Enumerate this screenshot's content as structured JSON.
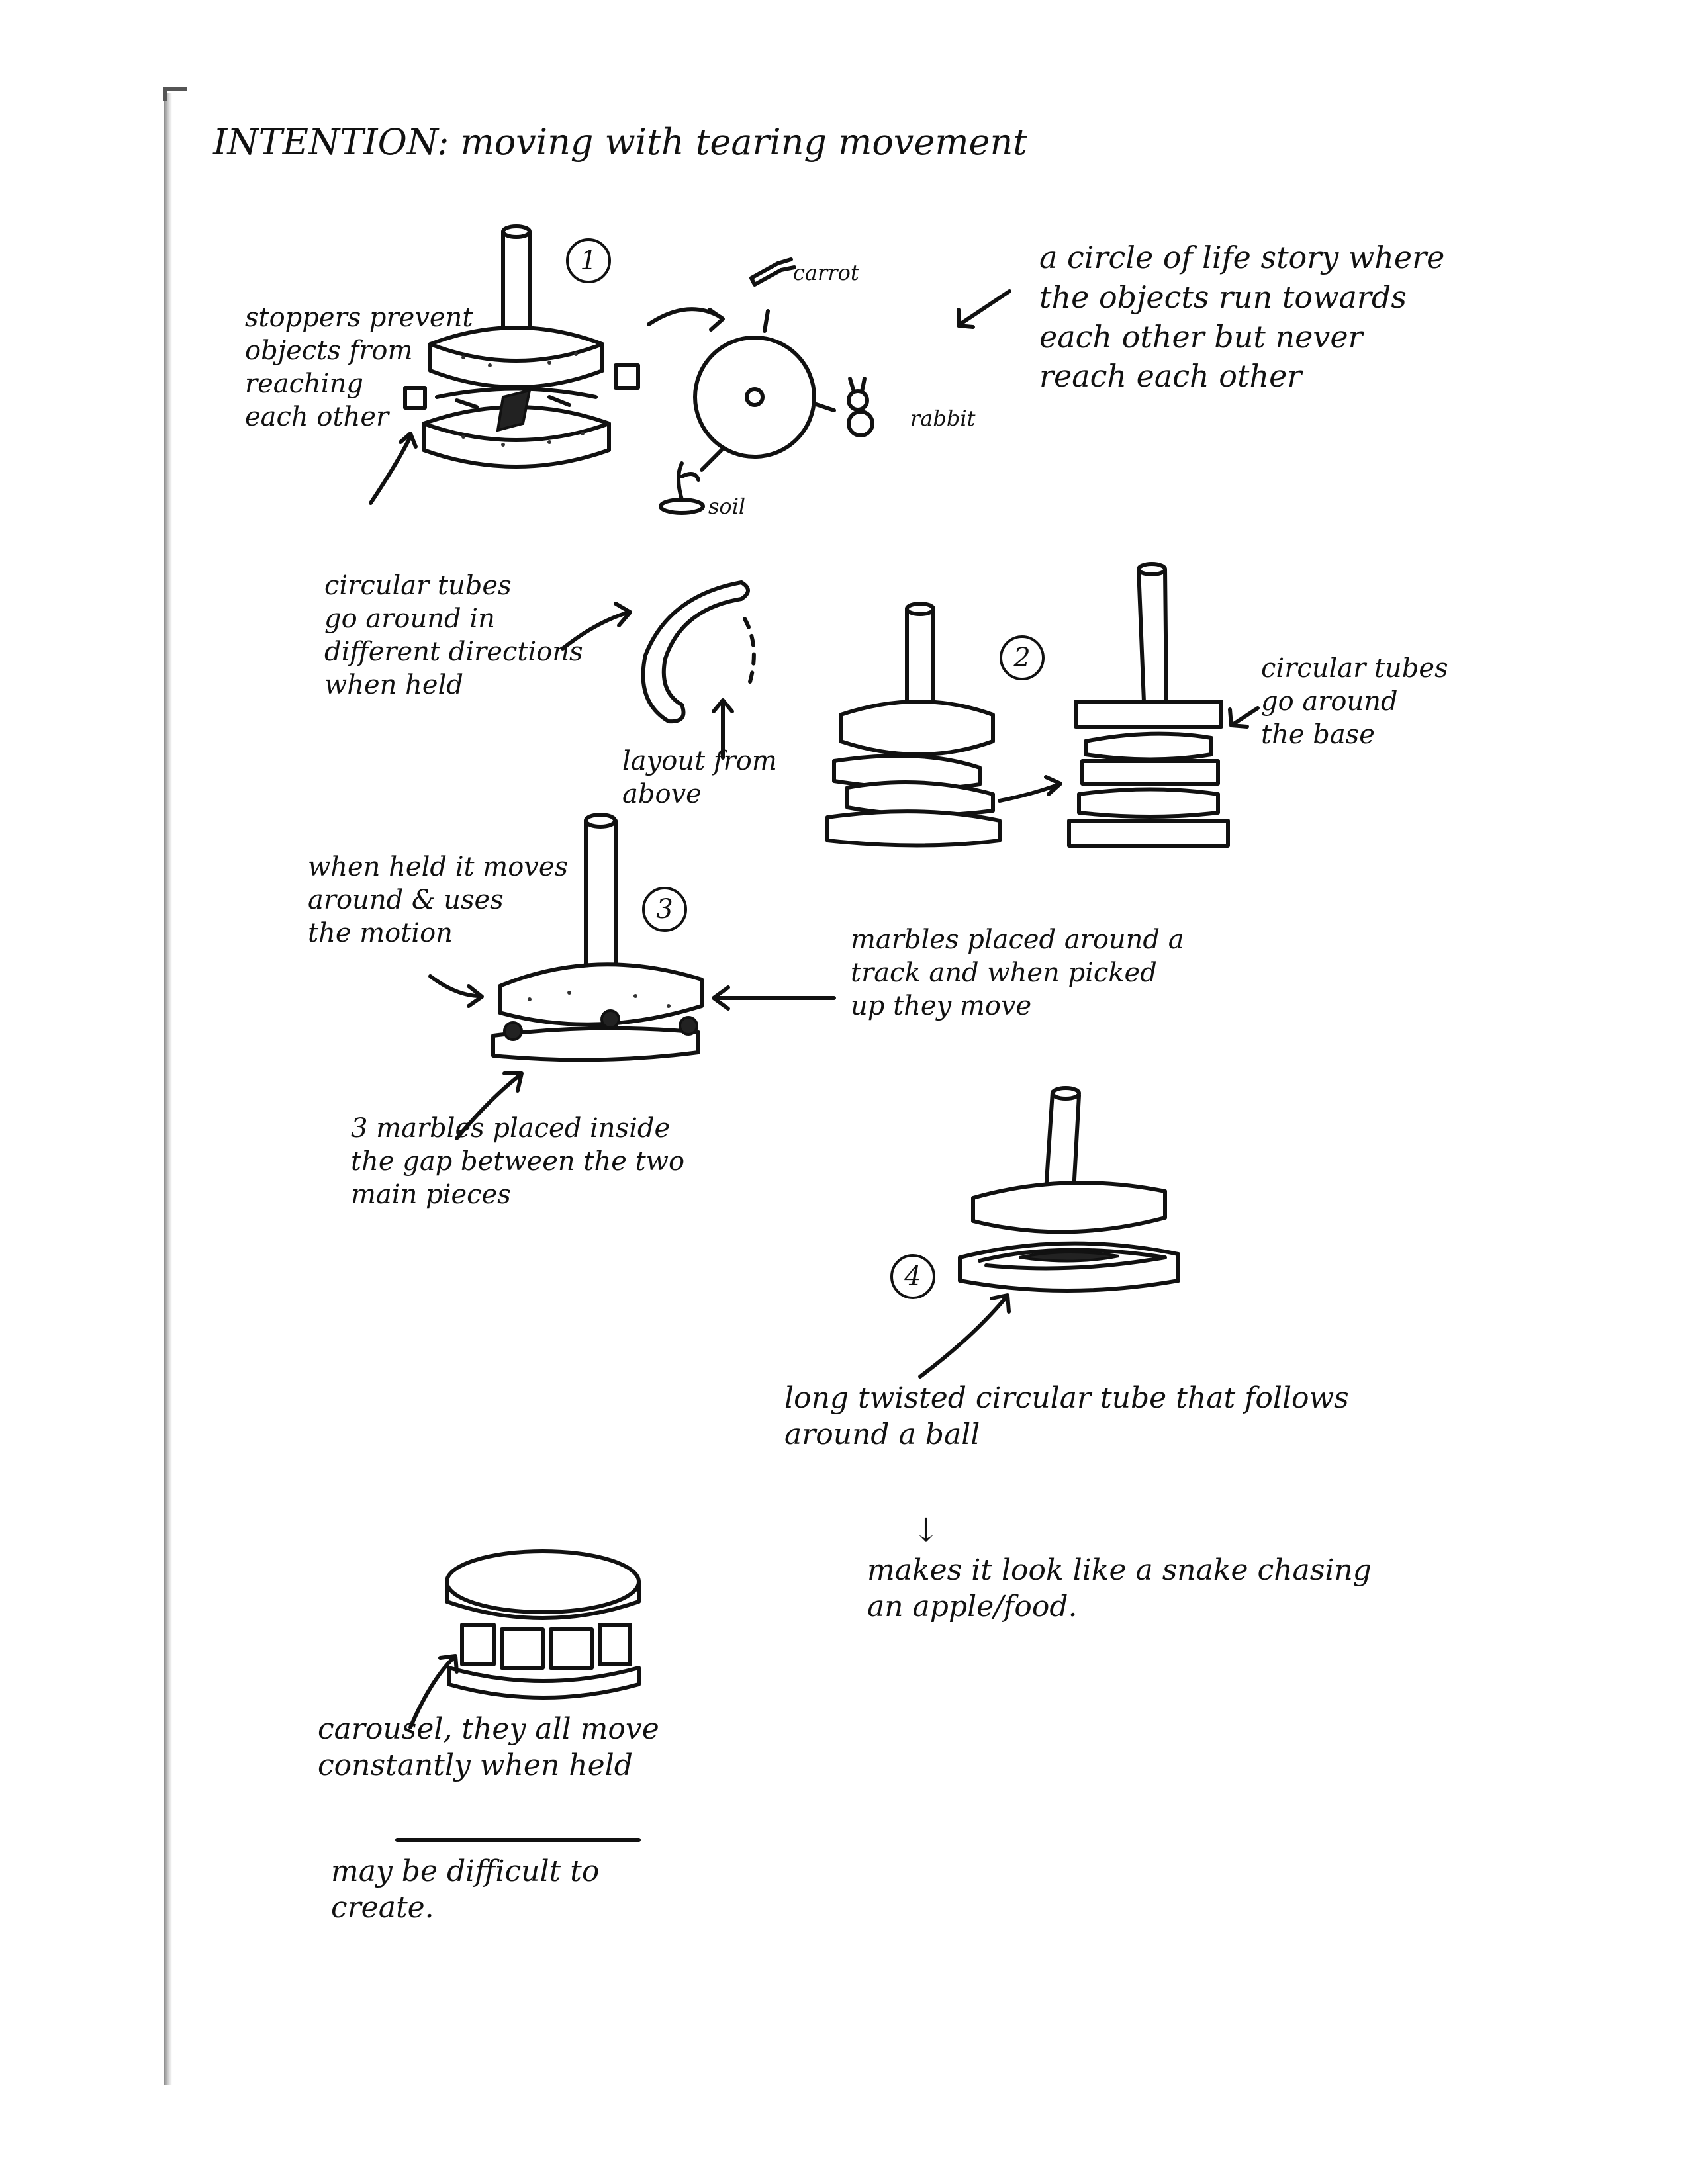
{
  "title": "INTENTION: moving with tearing movement",
  "sketch1": {
    "number": "1",
    "stoppers_note": "stoppers prevent\nobjects from\nreaching\neach other",
    "label_carrot": "carrot",
    "label_rabbit": "rabbit",
    "label_soil": "soil",
    "story_note": "a circle of life story where\nthe objects run towards\neach other but never\nreach each other"
  },
  "sketch2": {
    "number": "2",
    "tubes_directions_note": "circular tubes\ngo around in\ndifferent directions\nwhen held",
    "layout_note": "layout from\nabove",
    "tubes_base_note": "circular tubes\ngo around\nthe base"
  },
  "sketch3": {
    "number": "3",
    "held_note": "when held it moves\naround & uses\nthe motion",
    "marbles_track_note": "marbles placed around a\ntrack and when picked\nup they move",
    "marbles_gap_note": "3 marbles placed inside\nthe gap between the two\nmain pieces"
  },
  "sketch4": {
    "number": "4",
    "tube_note": "long twisted circular tube  that follows\naround a ball",
    "arrow_glyph": "↓",
    "snake_note": "makes it look like a snake chasing\nan apple/food."
  },
  "sketch5": {
    "carousel_note": "carousel, they all move\nconstantly when held",
    "difficulty_note": "may be difficult to\ncreate."
  }
}
